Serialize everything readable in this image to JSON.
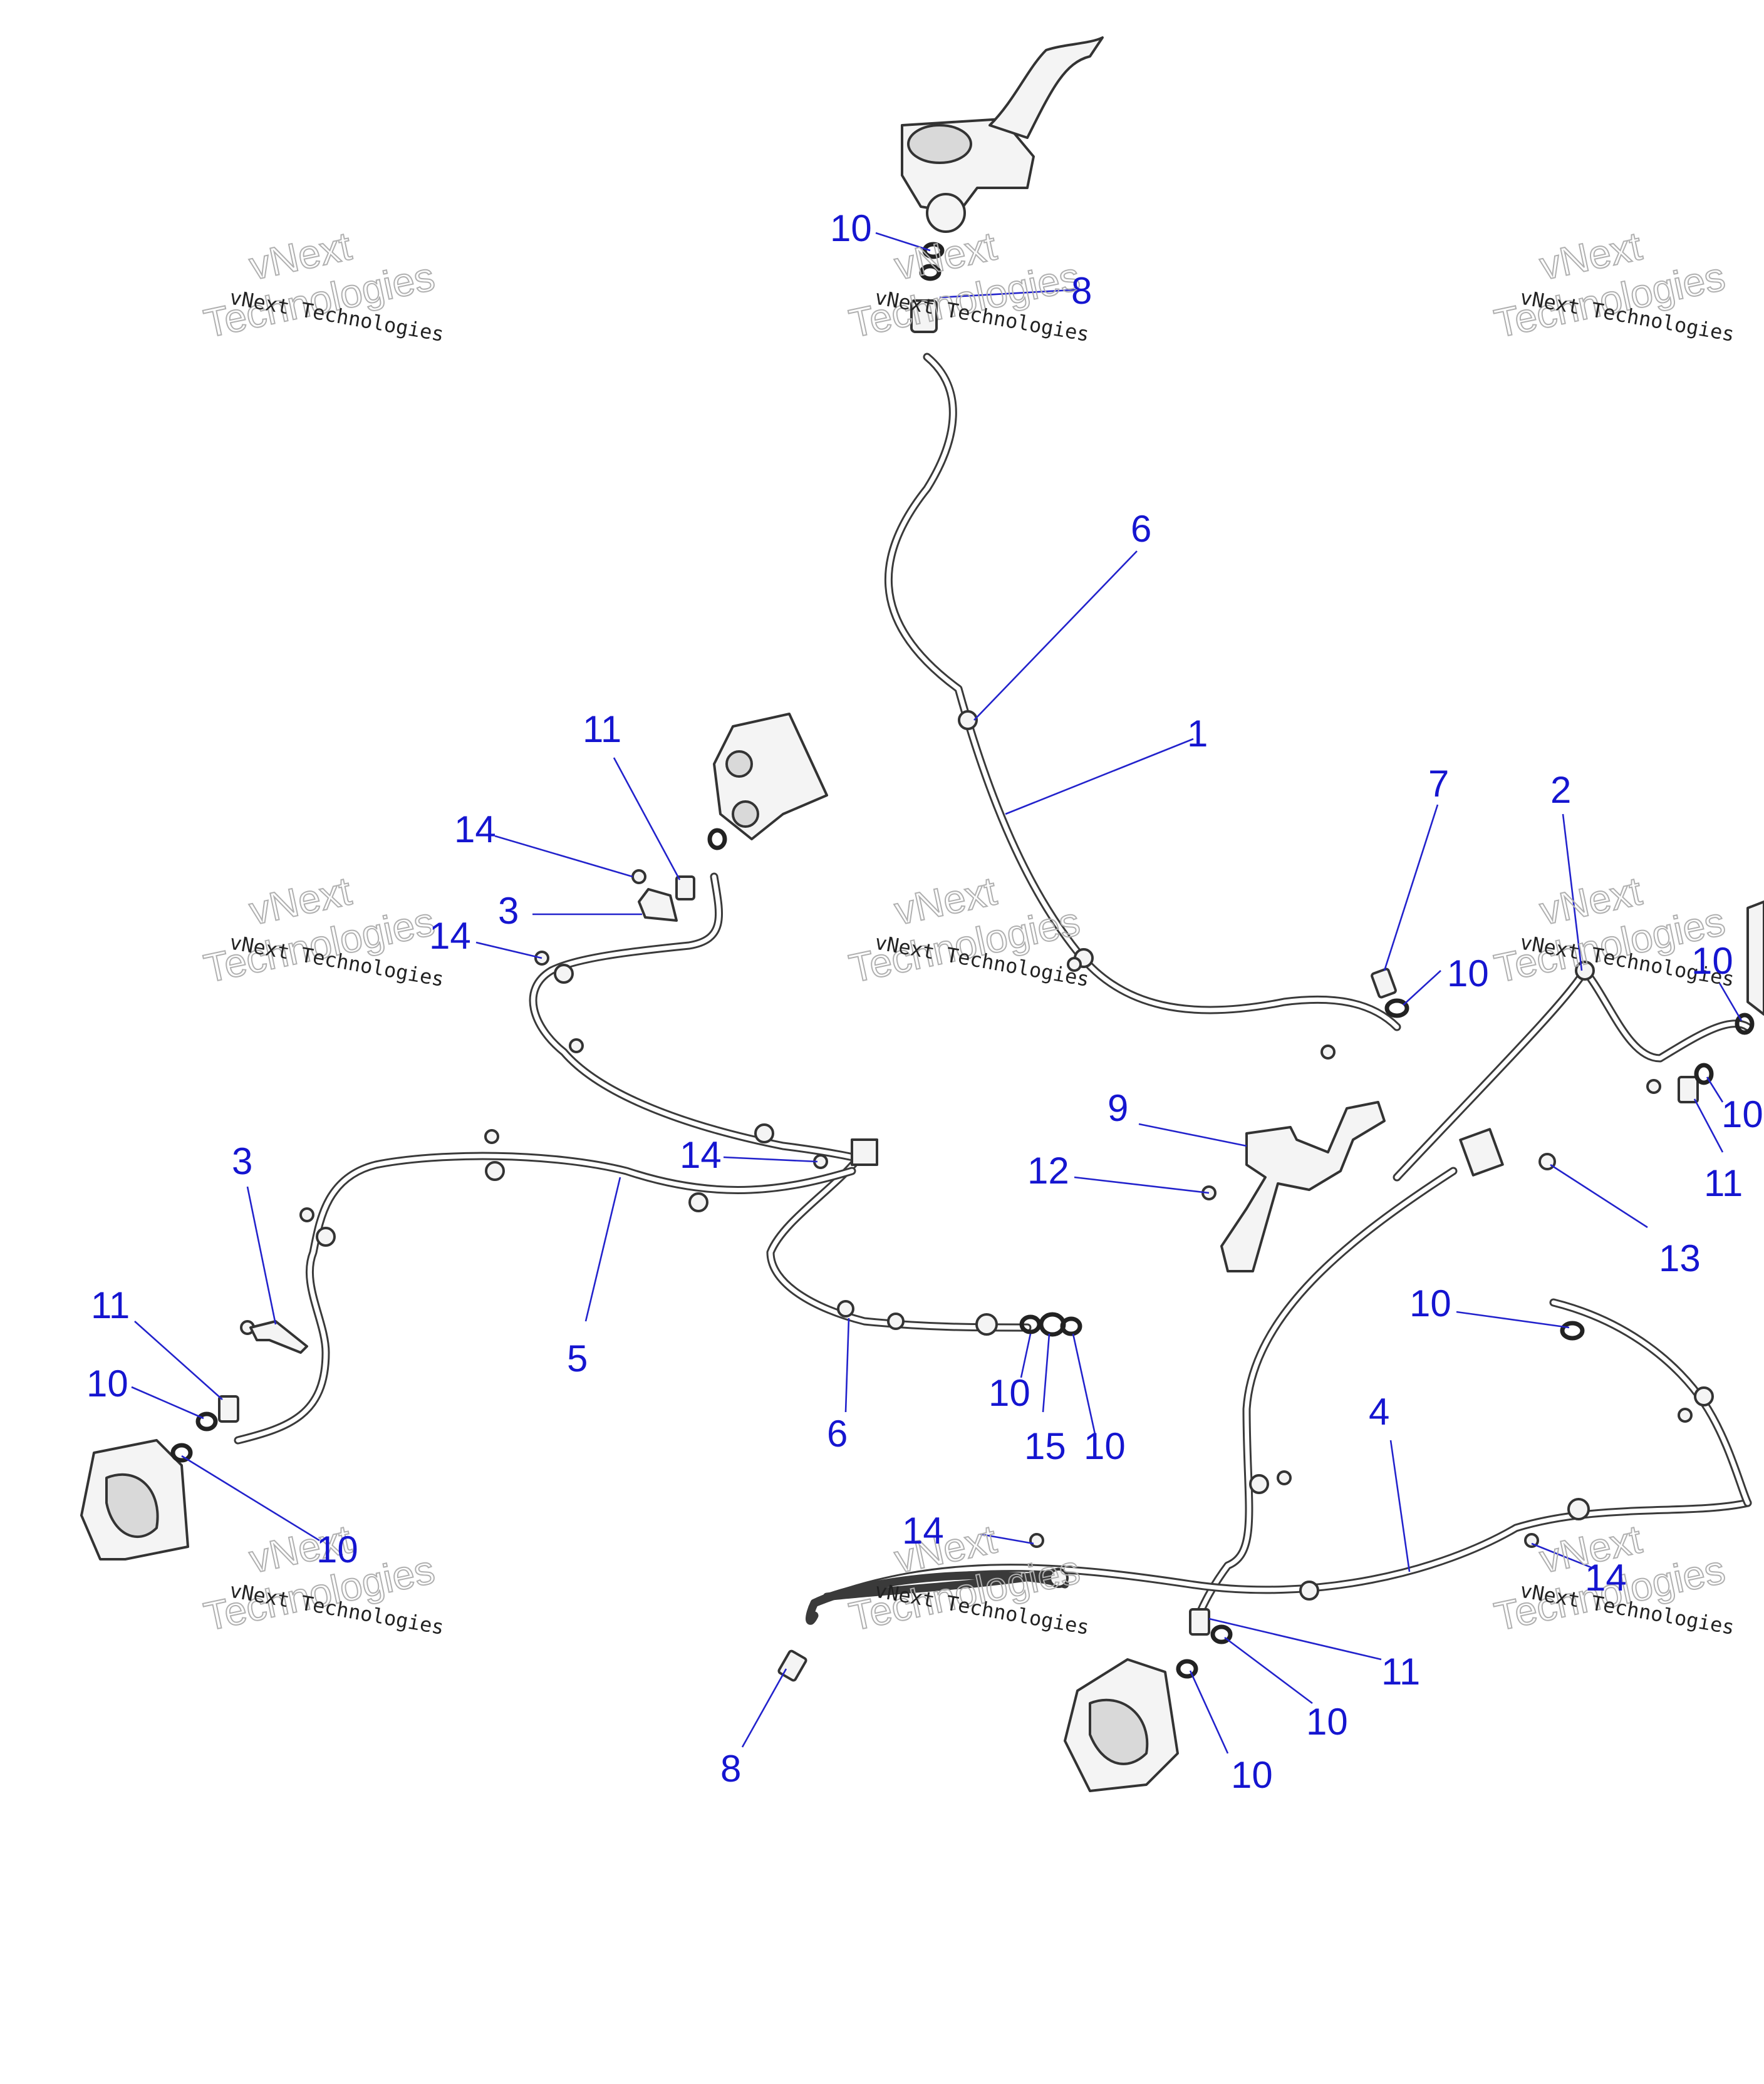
{
  "watermark": {
    "line1": "vNext Technologies",
    "line2": "vNext",
    "line3": "Technologies"
  },
  "callouts": [
    "10",
    "8",
    "6",
    "1",
    "7",
    "2",
    "10",
    "10",
    "10",
    "11",
    "11",
    "14",
    "3",
    "14",
    "9",
    "12",
    "13",
    "14",
    "3",
    "5",
    "11",
    "10",
    "10",
    "6",
    "10",
    "15",
    "10",
    "10",
    "4",
    "14",
    "14",
    "8",
    "11",
    "10",
    "10"
  ],
  "colors": {
    "callout": "#1515d0",
    "line": "#333333",
    "watermark": "#b0b0b0"
  }
}
